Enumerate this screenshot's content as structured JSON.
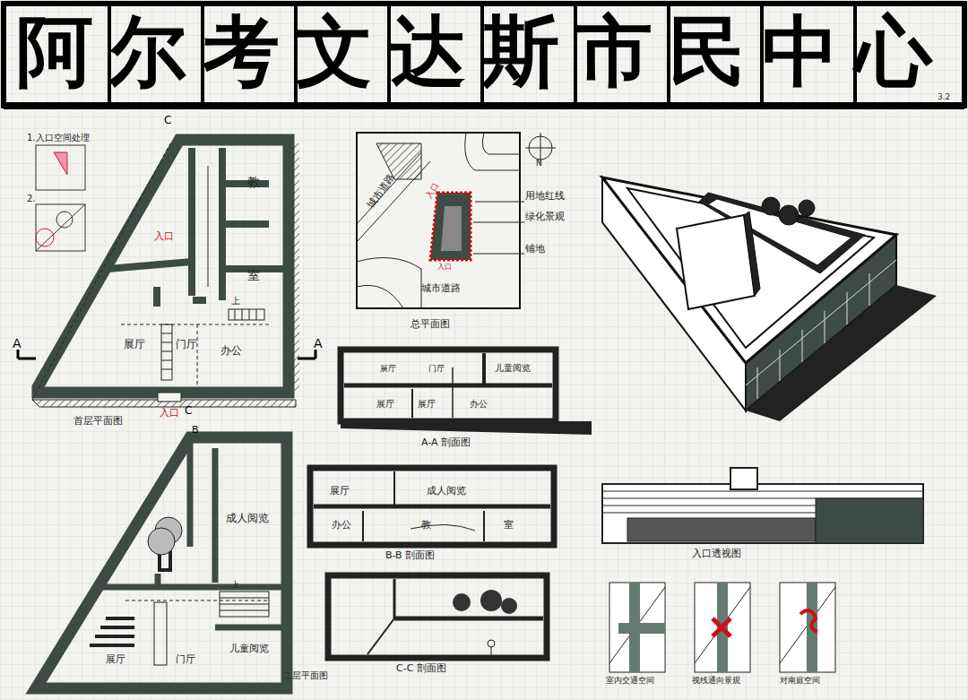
{
  "diagram": {
    "title": "阿尔考文达斯市民中心",
    "labels": [
      "3.2",
      "1.入口空间处理",
      "2.",
      "C",
      "入口",
      "教",
      "室",
      "上",
      "展厅",
      "门厅",
      "办公",
      "入口",
      "A",
      "A",
      "C",
      "首层平面图",
      "N",
      "城市道路",
      "入口",
      "用地红线",
      "绿化景观",
      "铺地",
      "入口",
      "城市道路",
      "总平面图",
      "展厅",
      "门厅",
      "儿童阅览",
      "展厅",
      "展厅",
      "办公",
      "A-A 剖面图",
      "成人阅览",
      "展厅",
      "门厅",
      "儿童阅览",
      "上",
      "二层平面图",
      "B",
      "展厅",
      "成人阅览",
      "办公",
      "教",
      "室",
      "B-B 剖面图",
      "C-C 剖面图",
      "入口透视图",
      "室内交通空间",
      "视线通向景观",
      "对南庭空间"
    ]
  }
}
